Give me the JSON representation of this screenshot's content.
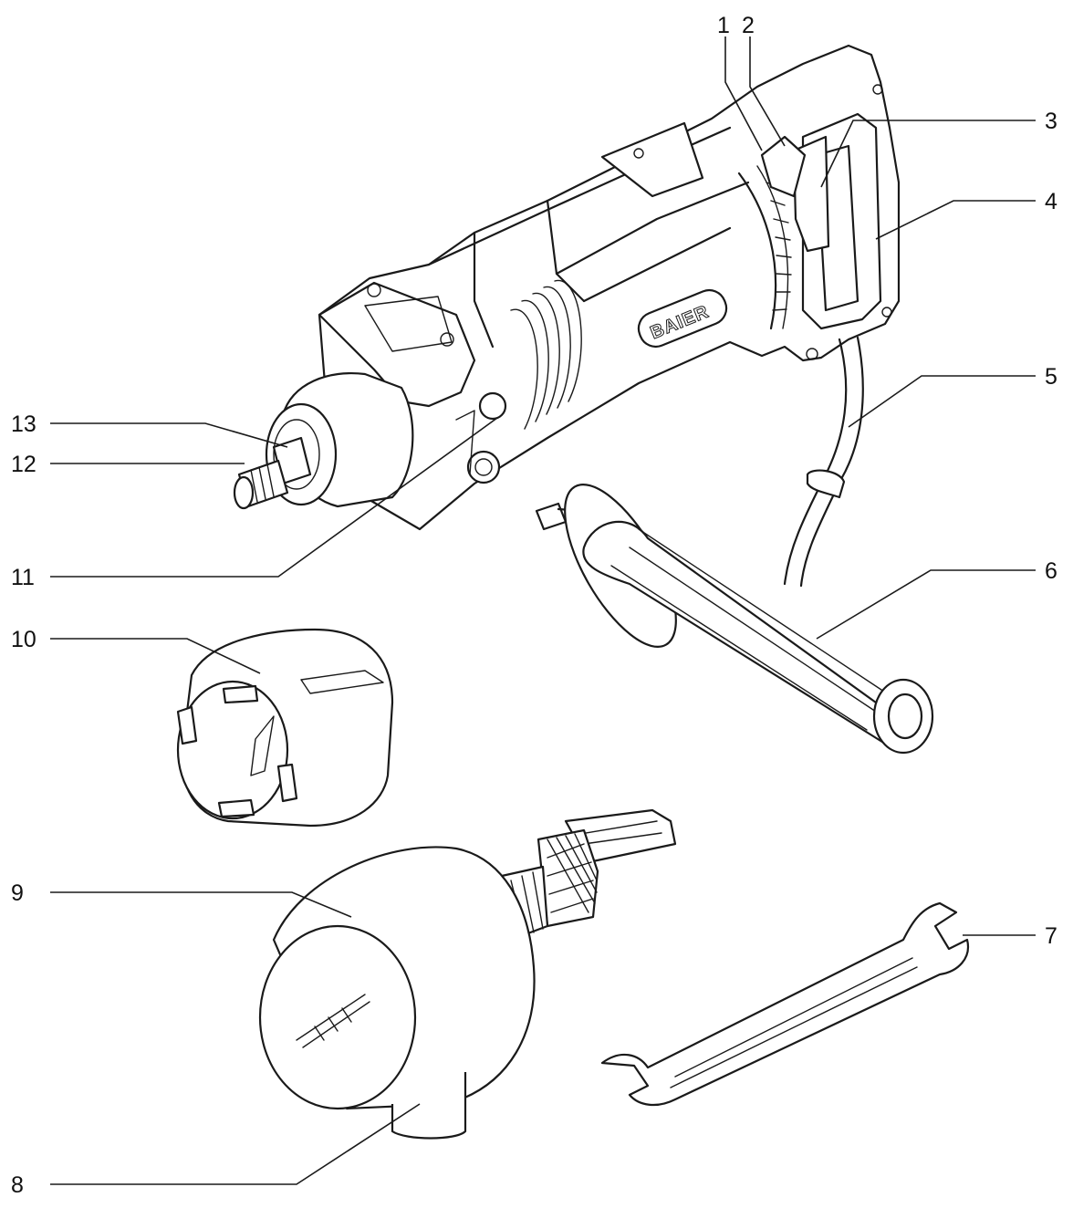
{
  "brand_label": "BAIER",
  "callouts": [
    {
      "id": "1",
      "text": "1"
    },
    {
      "id": "2",
      "text": "2"
    },
    {
      "id": "3",
      "text": "3"
    },
    {
      "id": "4",
      "text": "4"
    },
    {
      "id": "5",
      "text": "5"
    },
    {
      "id": "6",
      "text": "6"
    },
    {
      "id": "7",
      "text": "7"
    },
    {
      "id": "8",
      "text": "8"
    },
    {
      "id": "9",
      "text": "9"
    },
    {
      "id": "10",
      "text": "10"
    },
    {
      "id": "11",
      "text": "11"
    },
    {
      "id": "12",
      "text": "12"
    },
    {
      "id": "13",
      "text": "13"
    }
  ],
  "colors": {
    "ink": "#1a1a1a",
    "paper": "#ffffff"
  }
}
